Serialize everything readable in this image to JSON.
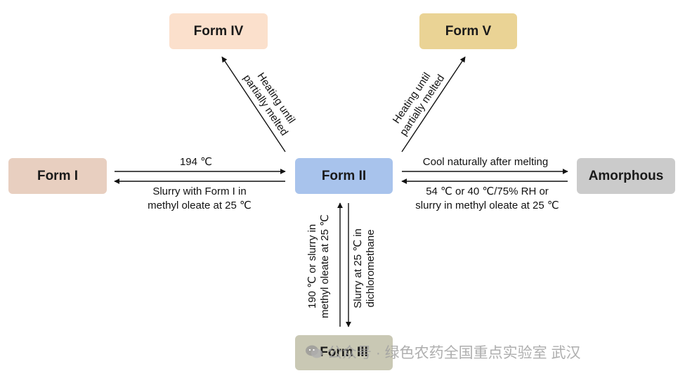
{
  "nodes": {
    "form1": {
      "label": "Form I",
      "color": "#e8cfc0"
    },
    "form2": {
      "label": "Form II",
      "color": "#a8c3ec"
    },
    "form3": {
      "label": "Form III",
      "color": "#c9c8b4"
    },
    "form4": {
      "label": "Form IV",
      "color": "#fbe0cc"
    },
    "form5": {
      "label": "Form V",
      "color": "#ead395"
    },
    "amorphous": {
      "label": "Amorphous",
      "color": "#cbcbcb"
    }
  },
  "edges": {
    "form2_to_form1": {
      "line1": "194 ℃"
    },
    "form1_to_form2": {
      "line1": "Slurry with Form I in",
      "line2": "methyl oleate at 25 ℃"
    },
    "form2_to_form4": {
      "line1": "Heating until",
      "line2": "partially melted"
    },
    "form2_to_form5": {
      "line1": "Heating until",
      "line2": "partially melted"
    },
    "form2_to_amorphous": {
      "line1": "Cool naturally after melting"
    },
    "amorphous_to_form2": {
      "line1": "54 ℃ or 40 ℃/75% RH or",
      "line2": "slurry in methyl oleate at 25 ℃"
    },
    "form3_to_form2": {
      "line1": "190 ℃ or slurry in",
      "line2": "methyl oleate  at 25 ℃"
    },
    "form2_to_form3": {
      "line1": "Slurry at 25 ℃ in",
      "line2": "dichloromethane"
    }
  },
  "watermark": {
    "text": "公众号 · 绿色农药全国重点实验室 武汉",
    "icon": "wechat-icon"
  }
}
